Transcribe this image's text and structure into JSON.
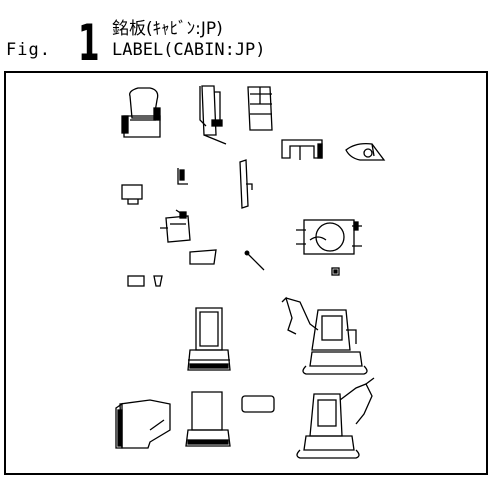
{
  "figure": {
    "prefix": "Fig.",
    "number": "1",
    "title_ja": "銘板(ｷｬﾋﾞﾝ:JP)",
    "title_en": "LABEL(CABIN:JP)"
  }
}
